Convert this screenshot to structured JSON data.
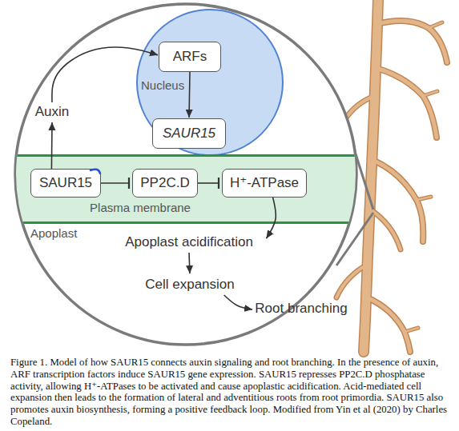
{
  "diagram": {
    "caption": "Figure 1. Model of how SAUR15 connects auxin signaling and root branching. In the presence of auxin, ARF transcription factors induce SAUR15 gene expression. SAUR15 represses PP2C.D phosphatase activity, allowing H⁺-ATPases to be activated and cause apoplastic acidification. Acid-mediated cell expansion then leads to the formation of lateral and adventitious roots from root primordia. SAUR15 also promotes auxin biosynthesis, forming a positive feedback loop. Modified from Yin et al (2020) by Charles Copeland.",
    "nodes": [
      {
        "text": [
          "Nucleus"
        ]
      },
      {
        "text": [
          "ARFs"
        ],
        "in": 0
      },
      {
        "text": [
          "SAUR15"
        ],
        "in": 0
      },
      {
        "text": [
          "Auxin"
        ]
      },
      {
        "text": [
          "Plasma membrane"
        ]
      },
      {
        "text": [
          "SAUR15"
        ],
        "in": 4
      },
      {
        "text": [
          "PP2C.D"
        ],
        "in": 4
      },
      {
        "text": [
          "H⁺-ATPase"
        ],
        "in": 4
      },
      {
        "text": [
          "Apoplast acidification"
        ]
      },
      {
        "text": [
          "Cell expansion"
        ]
      },
      {
        "text": [
          "Root branching"
        ]
      }
    ],
    "edges": [
      {
        "from": 5,
        "to": 3,
        "arrow": "to"
      },
      {
        "from": 3,
        "to": 1,
        "arrow": "to"
      },
      {
        "from": 1,
        "to": 2,
        "arrow": "to"
      },
      {
        "from": 5,
        "to": 6,
        "arrow": "to"
      },
      {
        "from": 6,
        "to": 7,
        "arrow": "to"
      },
      {
        "from": 7,
        "to": 8,
        "arrow": "to"
      },
      {
        "from": 8,
        "to": 9,
        "arrow": "to"
      },
      {
        "from": 9,
        "to": 10,
        "arrow": "to"
      }
    ],
    "labels": [
      "Apoplast"
    ]
  }
}
